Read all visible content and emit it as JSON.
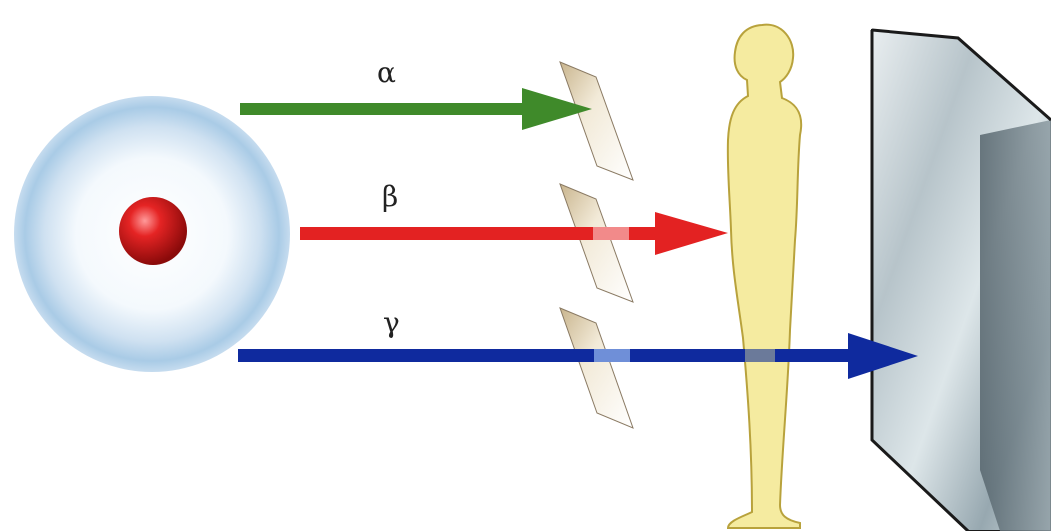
{
  "diagram": {
    "labels": {
      "alpha": "α",
      "beta": "β",
      "gamma": "γ"
    },
    "colors": {
      "alpha": "#3f8a2a",
      "beta": "#e32222",
      "gamma": "#0f2a9e",
      "nucleus": "#d61616",
      "atom_halo": "#a9cbe6",
      "body": "#f5eba0",
      "block": "#a9b6bd"
    },
    "icons": {
      "atom": "atom-icon",
      "paper": "paper-sheet-icon",
      "human": "human-body-icon",
      "block": "lead-block-icon"
    }
  }
}
